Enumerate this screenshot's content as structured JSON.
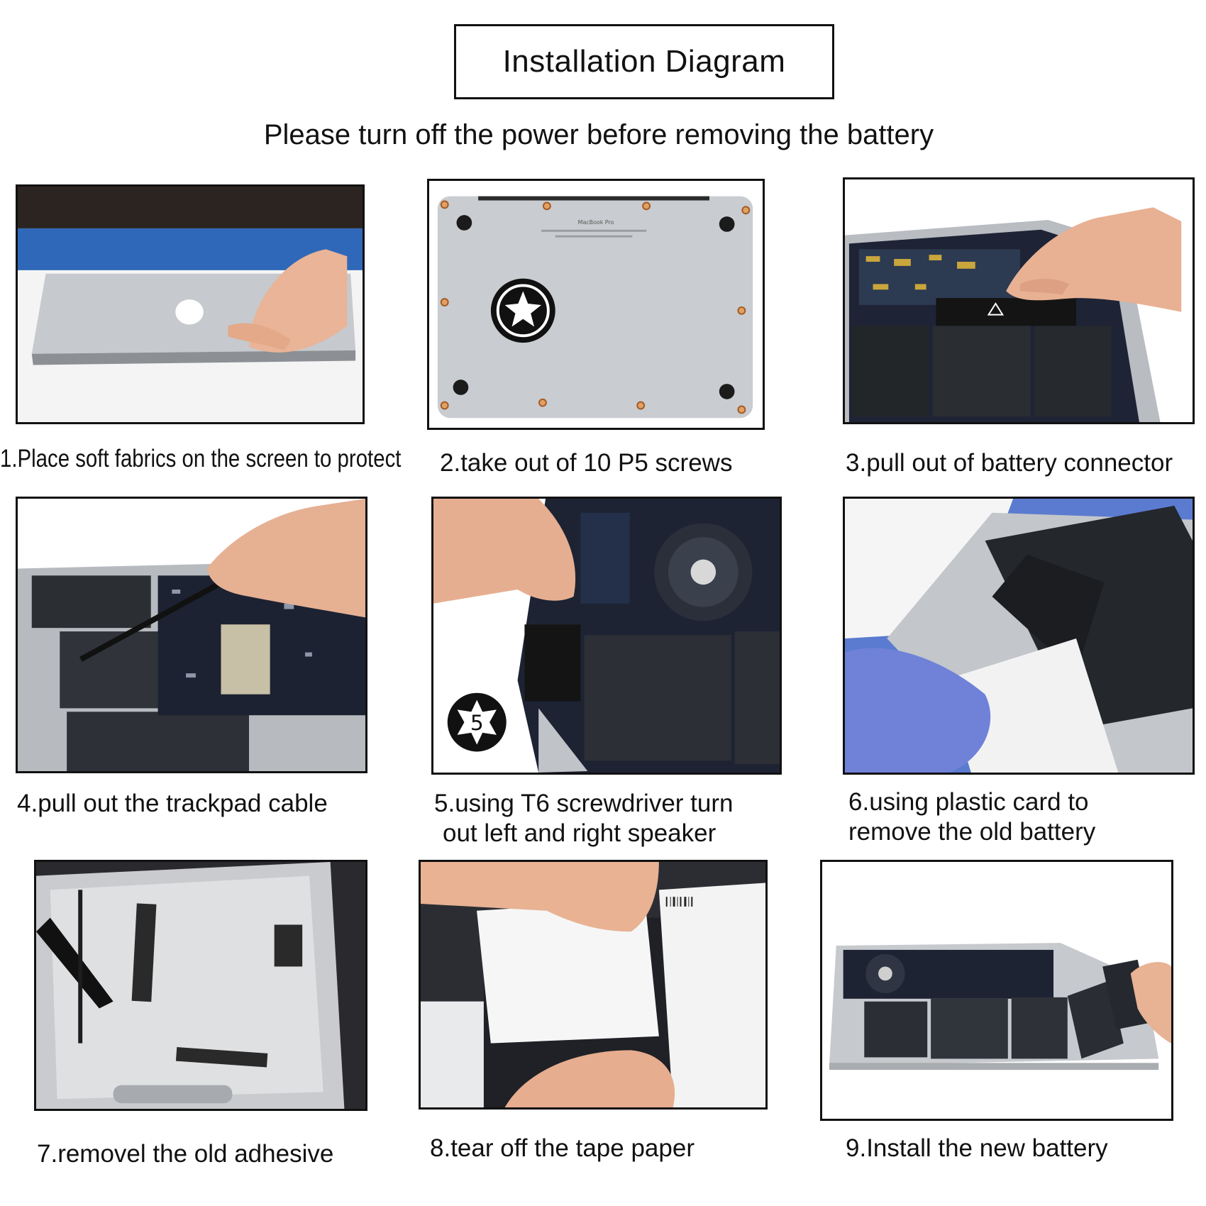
{
  "header": {
    "title": "Installation Diagram",
    "subtitle": "Please turn off the power before removing the battery"
  },
  "steps": [
    {
      "caption": "1.Place soft fabrics on the screen to protect"
    },
    {
      "caption": "2.take out of 10 P5 screws",
      "plate_text": "MacBook Pro"
    },
    {
      "caption": "3.pull out of battery connector"
    },
    {
      "caption": "4.pull out the trackpad cable"
    },
    {
      "caption_line1": "5.using T6 screwdriver turn",
      "caption_line2": "out left and right speaker",
      "badge": "5"
    },
    {
      "caption_line1": "6.using plastic card to",
      "caption_line2": "remove the old battery"
    },
    {
      "caption": "7.removel the old adhesive"
    },
    {
      "caption": "8.tear off the tape paper"
    },
    {
      "caption": "9.Install the new battery"
    }
  ],
  "colors": {
    "frame": "#111111",
    "aluminum": "#c9ccd0",
    "battery": "#2a2d33",
    "board": "#1d2333",
    "skin": "#e8b596",
    "glove": "#6f82d8",
    "screw": "#d1813a"
  }
}
